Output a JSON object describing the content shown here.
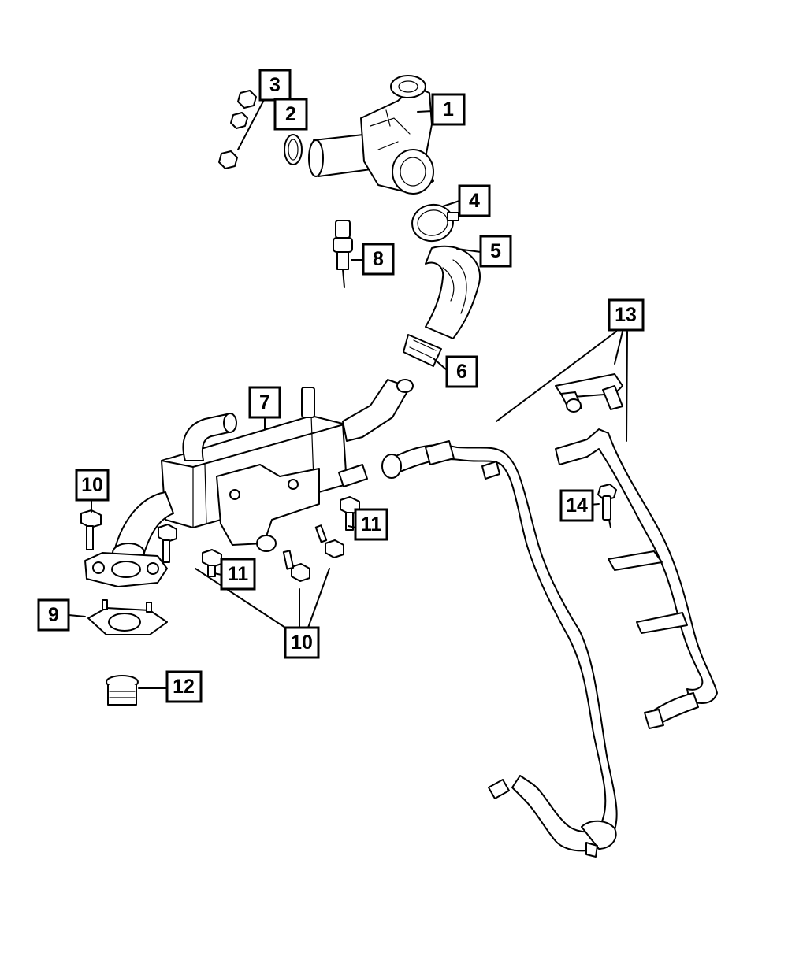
{
  "callouts": {
    "c1": "1",
    "c2": "2",
    "c3": "3",
    "c4": "4",
    "c5": "5",
    "c6": "6",
    "c7": "7",
    "c8": "8",
    "c9": "9",
    "c10a": "10",
    "c10b": "10",
    "c11a": "11",
    "c11b": "11",
    "c12": "12",
    "c13": "13",
    "c14": "14"
  },
  "colors": {
    "line": "#000000",
    "background": "#ffffff"
  }
}
